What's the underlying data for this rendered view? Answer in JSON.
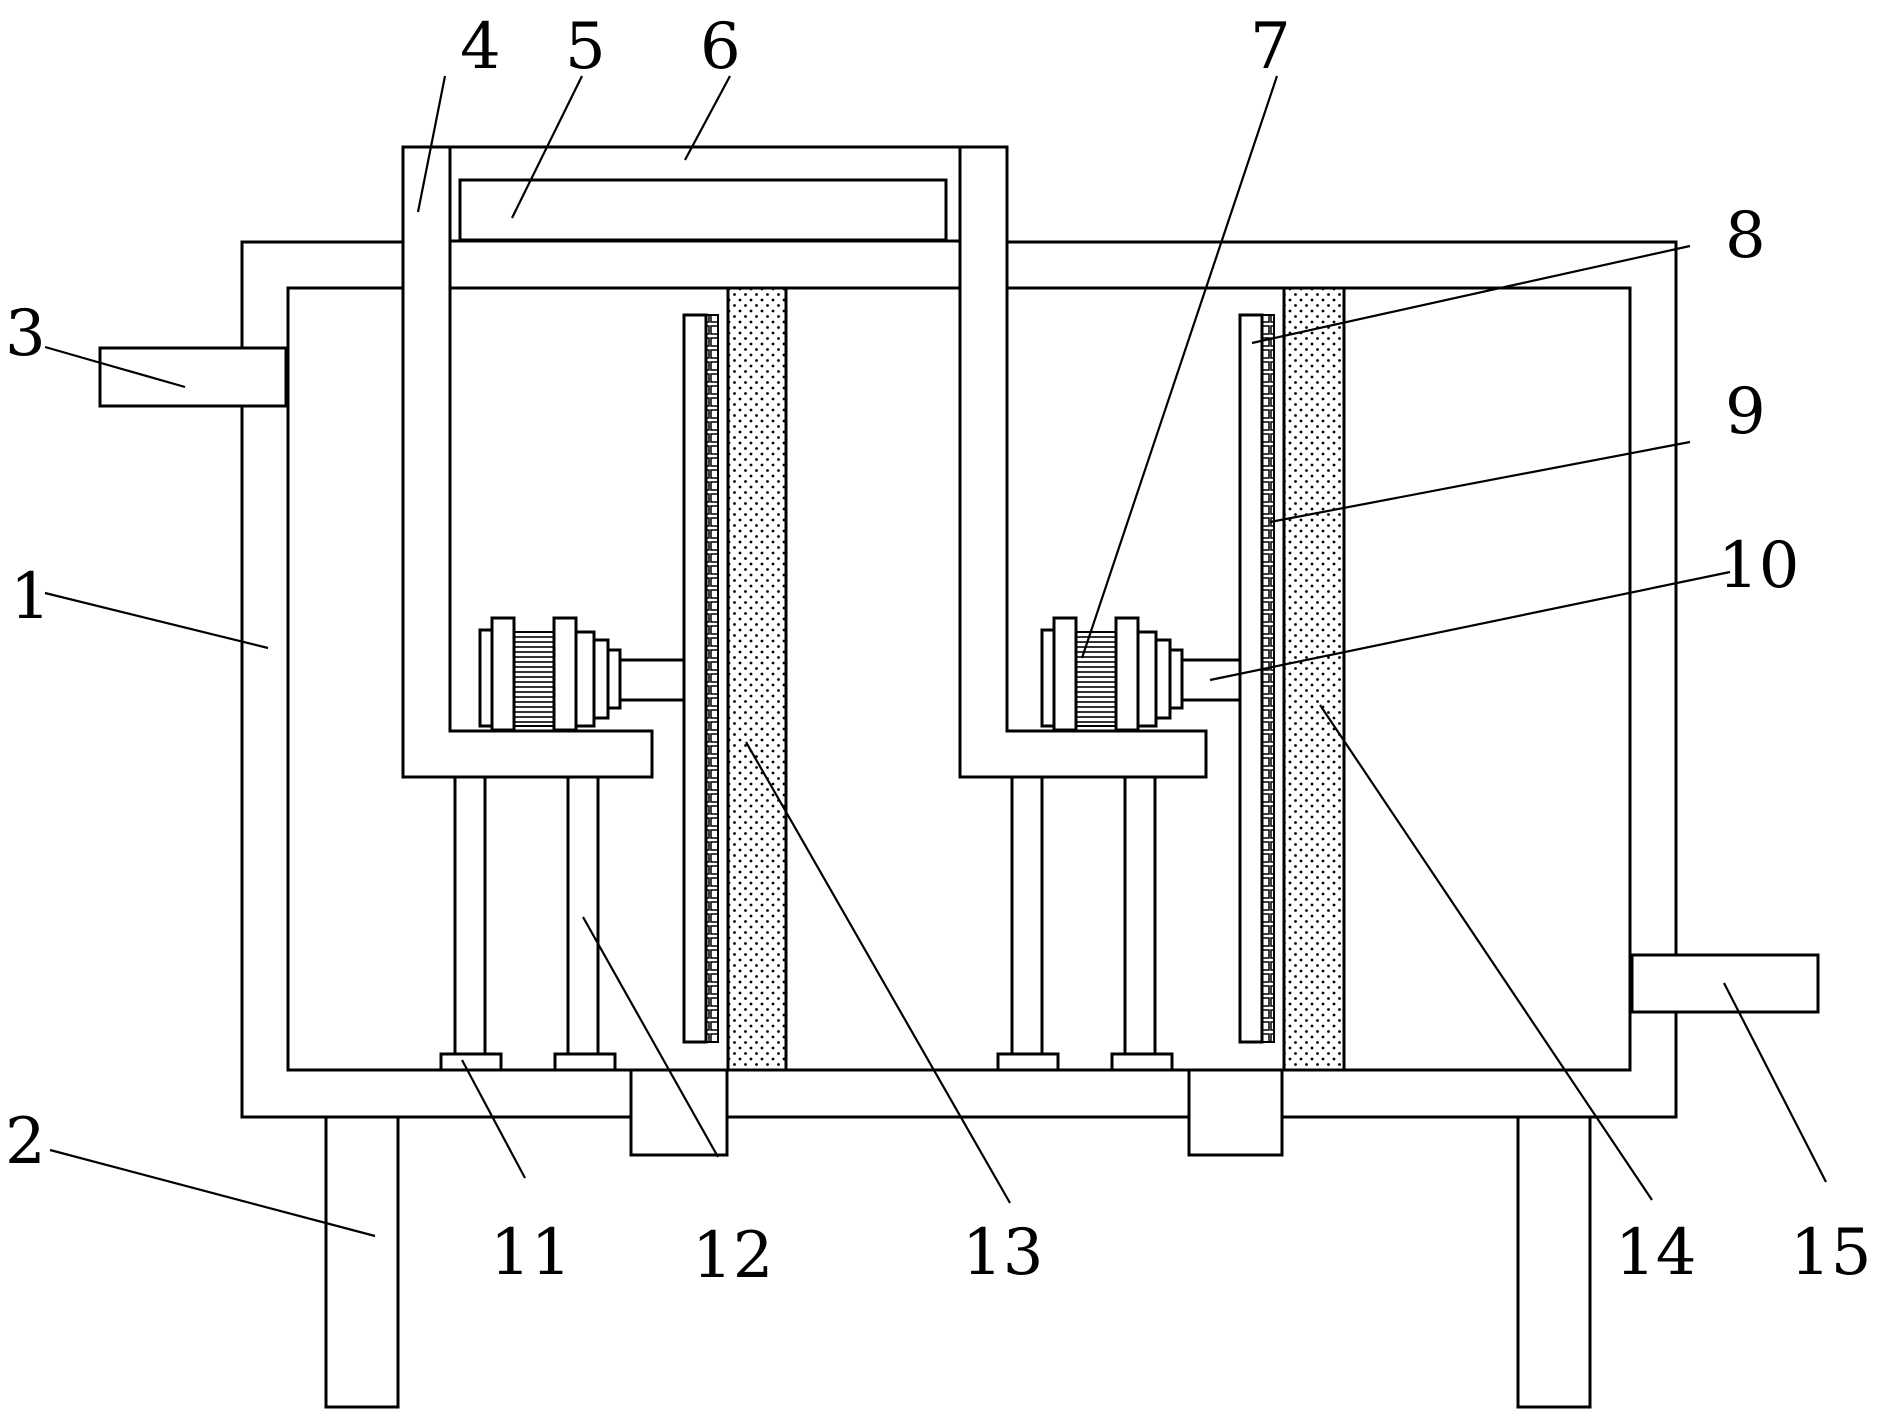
{
  "figure": {
    "background": "#ffffff",
    "line_color": "#000000",
    "labels": [
      "1",
      "2",
      "3",
      "4",
      "5",
      "6",
      "7",
      "8",
      "9",
      "10",
      "11",
      "12",
      "13",
      "14",
      "15"
    ]
  }
}
